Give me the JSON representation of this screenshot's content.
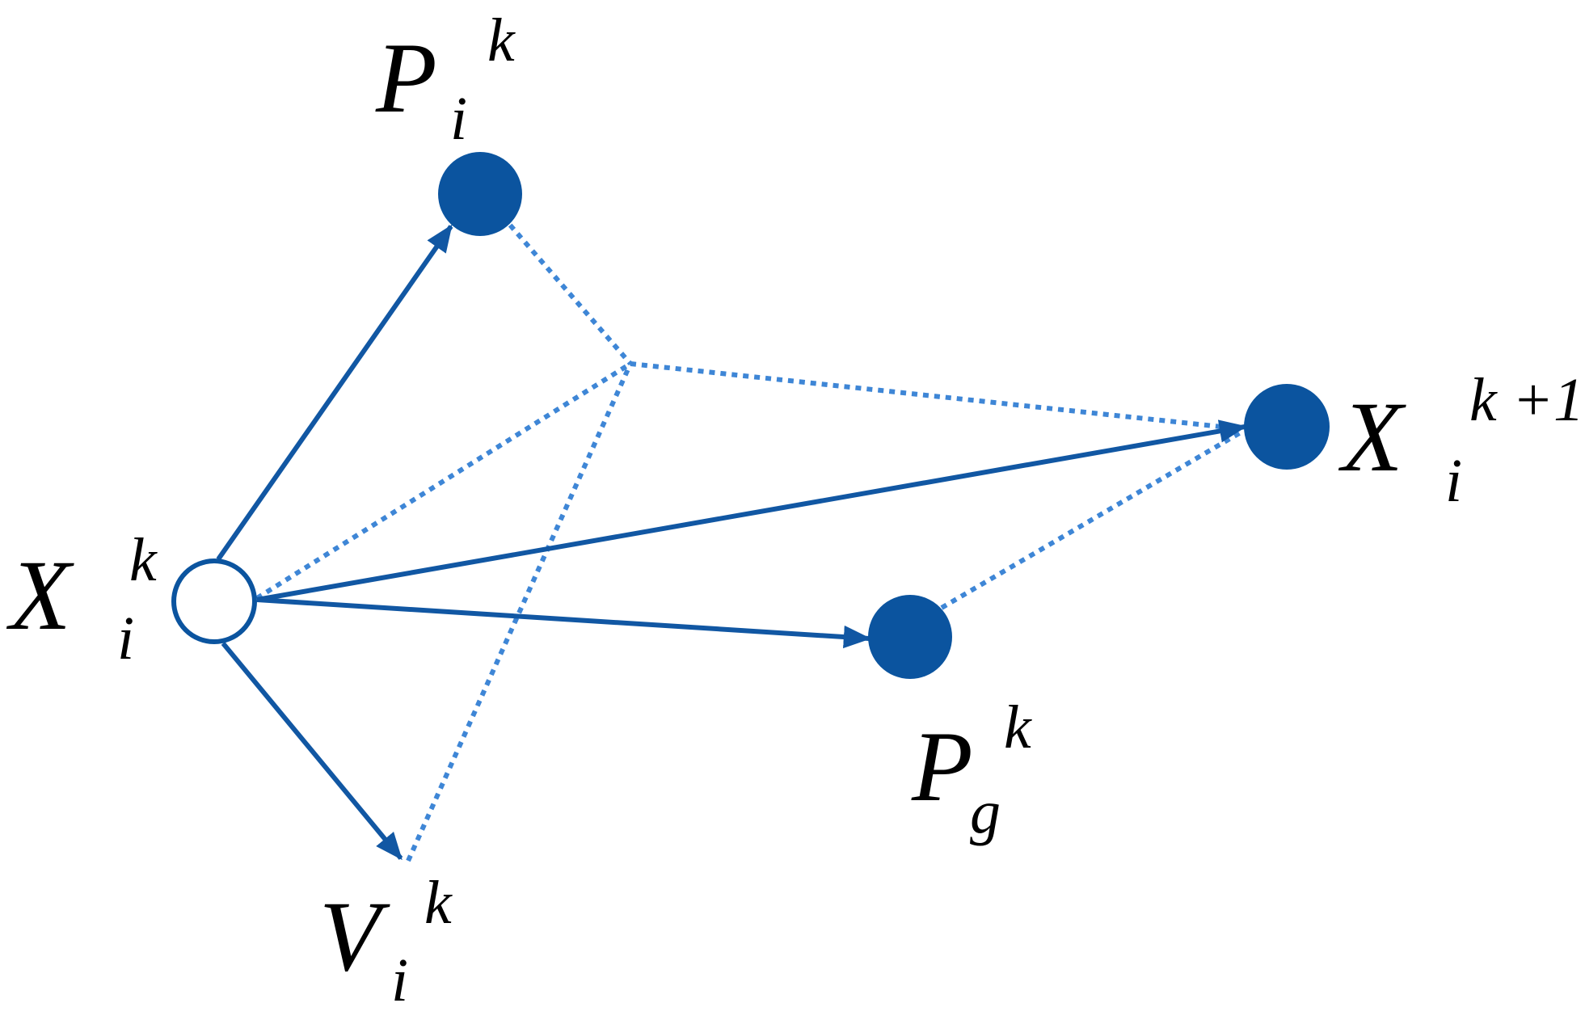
{
  "colors": {
    "node": "#0B549F",
    "solid_edge": "#1157A3",
    "dotted_edge": "#3E86D6",
    "background": "#FFFFFF",
    "text": "#000000"
  },
  "nodes": {
    "x_current": {
      "main": "X",
      "sup": "k",
      "sub": "i",
      "style": "hollow"
    },
    "p_best": {
      "main": "P",
      "sup": "k",
      "sub": "i",
      "style": "filled"
    },
    "x_next": {
      "main": "X",
      "sup": "k +1",
      "sub": "i",
      "style": "filled"
    },
    "g_best": {
      "main": "P",
      "sup": "k",
      "sub": "g",
      "style": "filled"
    },
    "velocity": {
      "main": "V",
      "sup": "k",
      "sub": "i",
      "style": "none"
    }
  },
  "edges": [
    {
      "from": "x_current",
      "to": "p_best",
      "style": "solid-arrow"
    },
    {
      "from": "x_current",
      "to": "x_next",
      "style": "solid-arrow"
    },
    {
      "from": "x_current",
      "to": "g_best",
      "style": "solid-arrow"
    },
    {
      "from": "x_current",
      "to": "velocity",
      "style": "solid-arrow"
    },
    {
      "from": "p_best",
      "to": "intersection",
      "style": "dotted"
    },
    {
      "from": "x_current",
      "to": "intersection",
      "style": "dotted"
    },
    {
      "from": "velocity",
      "to": "intersection",
      "style": "dotted"
    },
    {
      "from": "intersection",
      "to": "x_next",
      "style": "dotted-arrow"
    },
    {
      "from": "g_best",
      "to": "x_next",
      "style": "dotted"
    }
  ]
}
